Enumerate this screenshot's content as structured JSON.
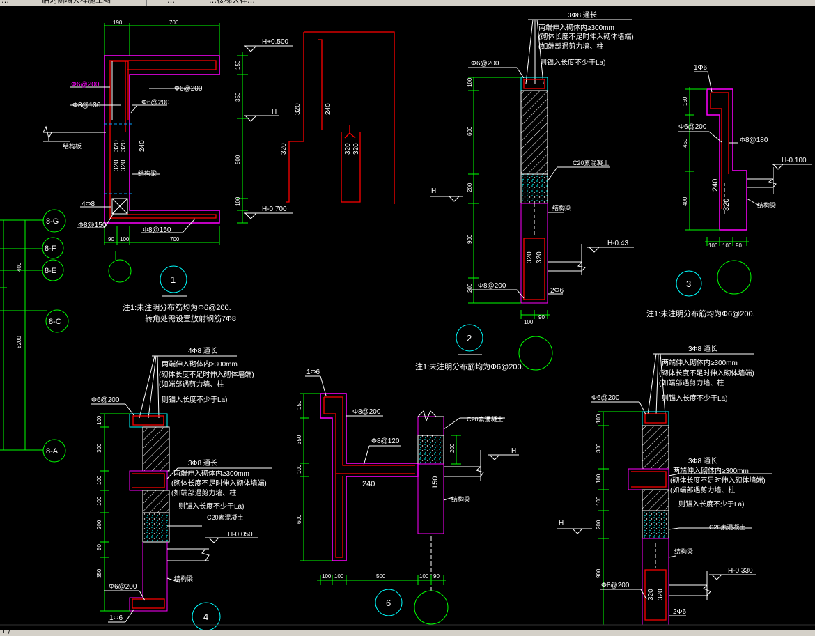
{
  "tabs": [
    "…",
    "临河侧墙大样施工图",
    "…",
    "…楼梯大样…"
  ],
  "status": {
    "text": "1 /"
  },
  "colors": {
    "bg": "#000000",
    "yellow": "#ffff00",
    "green": "#00ff00",
    "magenta": "#ff00ff",
    "white": "#ffffff",
    "red": "#ff0000",
    "cyan": "#00ffff"
  },
  "d1": {
    "top_dims": [
      "190",
      "700"
    ],
    "bottom_dims": [
      "90",
      "100",
      "700"
    ],
    "right_dims": [
      "150",
      "350",
      "500",
      "100"
    ],
    "rebar_labels": [
      "Φ6@200",
      "Φ6@200",
      "Φ8@130",
      "Φ6@200",
      "4Φ8",
      "Φ8@150",
      "Φ8@150"
    ],
    "inner": [
      "320",
      "320",
      "320",
      "320",
      "240"
    ],
    "labels": [
      "结构板",
      "结构梁"
    ],
    "elev": [
      "H+0.500",
      "H",
      "H-0.700"
    ],
    "num": "1",
    "note1": "注1:未注明分布筋均为Φ6@200.",
    "note2": "转角处需设置放射钢筋7Φ8"
  },
  "sec": {
    "labels": [
      "320",
      "240",
      "320",
      "320",
      "320"
    ]
  },
  "axes": {
    "labels": [
      "8-G",
      "8-F",
      "8-E",
      "8-C",
      "8-A"
    ],
    "dims": [
      "400",
      "8200"
    ]
  },
  "d2": {
    "head": [
      "3Φ8 通长",
      "两端伸入砌体内≥300mm",
      "(砌体长度不足时伸入砌体墙端)",
      "(如端部遇剪力墙、柱",
      "则锚入长度不少于La)"
    ],
    "left_dims": [
      "100",
      "600",
      "200",
      "900",
      "200"
    ],
    "rebar": [
      "Φ6@200",
      "Φ8@200",
      "2Φ6"
    ],
    "labels": [
      "C20素混凝土",
      "结构梁"
    ],
    "elev": [
      "H",
      "H-0.43"
    ],
    "inner": [
      "320",
      "320"
    ],
    "bottom_dims": [
      "100",
      "90"
    ],
    "num": "2",
    "note": "注1:未注明分布筋均为Φ6@200."
  },
  "d3": {
    "rebar": [
      "1Φ6",
      "Φ6@200",
      "Φ8@180"
    ],
    "left_dims": [
      "150",
      "450",
      "400"
    ],
    "elev": [
      "H-0.100"
    ],
    "inner": [
      "240",
      "320"
    ],
    "label": "结构梁",
    "bottom_dims": [
      "100",
      "100",
      "90"
    ],
    "num": "3",
    "note": "注1:未注明分布筋均为Φ6@200."
  },
  "d4": {
    "head": [
      "4Φ8 通长",
      "两端伸入砌体内≥300mm",
      "(砌体长度不足时伸入砌体墙端)",
      "(如端部遇剪力墙、柱",
      "则锚入长度不少于La)"
    ],
    "mid": [
      "3Φ8 通长",
      "两端伸入砌体内≥300mm",
      "(砌体长度不足时伸入砌体墙端)",
      "(如端部遇剪力墙、柱",
      "则锚入长度不少于La)"
    ],
    "left_dims": [
      "100",
      "300",
      "100",
      "100",
      "200",
      "50",
      "350"
    ],
    "rebar": [
      "Φ6@200",
      "Φ6@200",
      "1Φ6"
    ],
    "labels": [
      "C20素混凝土",
      "结构梁"
    ],
    "elev": [
      "H-0.050"
    ],
    "num": "4"
  },
  "d6": {
    "rebar": [
      "1Φ6",
      "Φ8@200",
      "Φ8@120"
    ],
    "left_dims": [
      "150",
      "350",
      "100",
      "600"
    ],
    "labels": [
      "C20素混凝土",
      "结构梁"
    ],
    "inner": [
      "240",
      "150"
    ],
    "right_dim": "200",
    "elev": [
      "H"
    ],
    "bottom_dims": [
      "100",
      "100",
      "500",
      "100",
      "90"
    ],
    "num": "6"
  },
  "d5": {
    "head": [
      "3Φ8 通长",
      "两端伸入砌体内≥300mm",
      "(砌体长度不足时伸入砌体墙端)",
      "(如端部遇剪力墙、柱",
      "则锚入长度不少于La)"
    ],
    "mid": [
      "3Φ8 通长",
      "两端伸入砌体内≥300mm",
      "(砌体长度不足时伸入砌体墙端)",
      "(如端部遇剪力墙、柱",
      "则锚入长度不少于La)"
    ],
    "left_dims": [
      "100",
      "300",
      "100",
      "100",
      "200",
      "900"
    ],
    "rebar": [
      "Φ6@200",
      "Φ8@200",
      "2Φ6"
    ],
    "labels": [
      "C20素混凝土",
      "结构梁"
    ],
    "inner": [
      "320",
      "320"
    ],
    "elev": [
      "H",
      "H-0.330"
    ]
  }
}
